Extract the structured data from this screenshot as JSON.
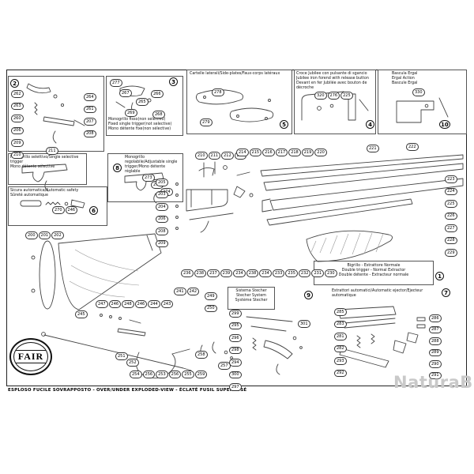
{
  "watermark": "NaturaBuy",
  "caption": "ESPLOSO FUCILE SOVRAPPOSTO - OVER/UNDER EXPLODED-VIEW - ÉCLATÉ FUSIL SUPERPOSÉ",
  "logo": {
    "brand": "FAIR"
  },
  "badges": {
    "s1": "1",
    "s2": "2",
    "s3": "3",
    "s4": "4",
    "s5": "5",
    "s6": "6",
    "s7": "7",
    "s8": "8",
    "s9": "9",
    "s10": "10"
  },
  "sections": {
    "side_plates": "Cartelle laterali/Side-plates/Faux-corps latéraux",
    "jubilee": "Croce Jubilee con pulsante di sgancio\nJubilee iron forend with release button\nDevant en fer Jubilée avec bouton de décroche",
    "ergal": "Bascula Ergal\nErgal Action\nBascule Ergal",
    "fixed_trigger": "Monogrillo fisso(non selettivo)\nFixed single trigger(not selective)\nMono détente fixe(non sélective)",
    "selective_trigger": "Monogrillo selettivo/Single selective trigger\nMono détente sélective",
    "adjustable_trigger": "Monogrillo regolabile/Adjustable single\ntrigger/Mono détente réglable",
    "safety": "Sicura automatica/Automatic safety\nSûreté automatique",
    "double_trigger": "Bigrillo - Estrattore Normale\nDouble trigger - Normal Extractor\nDouble détente - Extracteur normale",
    "stecher": "Sistema Stecher\nStecher System\nSystème Stecher",
    "ejector": "Estrattori automatici/Automatic ejector/Ejecteur automatique"
  },
  "parts": {
    "s2L": [
      "262",
      "263",
      "260",
      "206",
      "209",
      "210"
    ],
    "s2R": [
      "264",
      "261",
      "207",
      "208"
    ],
    "s2b": "211",
    "s3": [
      "277",
      "267",
      "265",
      "266",
      "269",
      "268"
    ],
    "s5a": "278",
    "s5b": "279",
    "s4": [
      "320",
      "276",
      "225"
    ],
    "s10": "330",
    "s8": [
      "273",
      "275",
      "274"
    ],
    "s6": [
      "270",
      "246"
    ],
    "recL": [
      "205",
      "203",
      "204",
      "206",
      "208",
      "209"
    ],
    "topRow1": [
      "210",
      "211",
      "212",
      "213"
    ],
    "topRow2": [
      "214",
      "215",
      "216",
      "217",
      "218",
      "219",
      "220"
    ],
    "barrel1": "221",
    "barrel2": "222",
    "rightCol": [
      "223",
      "224",
      "225",
      "226",
      "227",
      "228",
      "229"
    ],
    "bottomRow": [
      "236",
      "238",
      "237",
      "239",
      "234",
      "238",
      "234",
      "233",
      "235",
      "232",
      "231",
      "230"
    ],
    "stockRow": [
      "200",
      "201",
      "202"
    ],
    "underStock": [
      "247",
      "246",
      "248",
      "246",
      "244",
      "243"
    ],
    "forend": "245",
    "pair": [
      "241",
      "242"
    ],
    "col4950": [
      "249",
      "250"
    ],
    "g251": "251",
    "g252": "252",
    "g257": "257",
    "g258": "258",
    "guardRow": [
      "254",
      "256",
      "253",
      "256",
      "255",
      "259"
    ],
    "stecherCol": [
      "299",
      "295",
      "296",
      "298",
      "294",
      "300",
      "297"
    ],
    "stecher301": "301",
    "ejL": [
      "285",
      "283",
      "281",
      "282",
      "293",
      "292"
    ],
    "ejR": [
      "286",
      "287",
      "288",
      "289",
      "290",
      "291"
    ]
  }
}
